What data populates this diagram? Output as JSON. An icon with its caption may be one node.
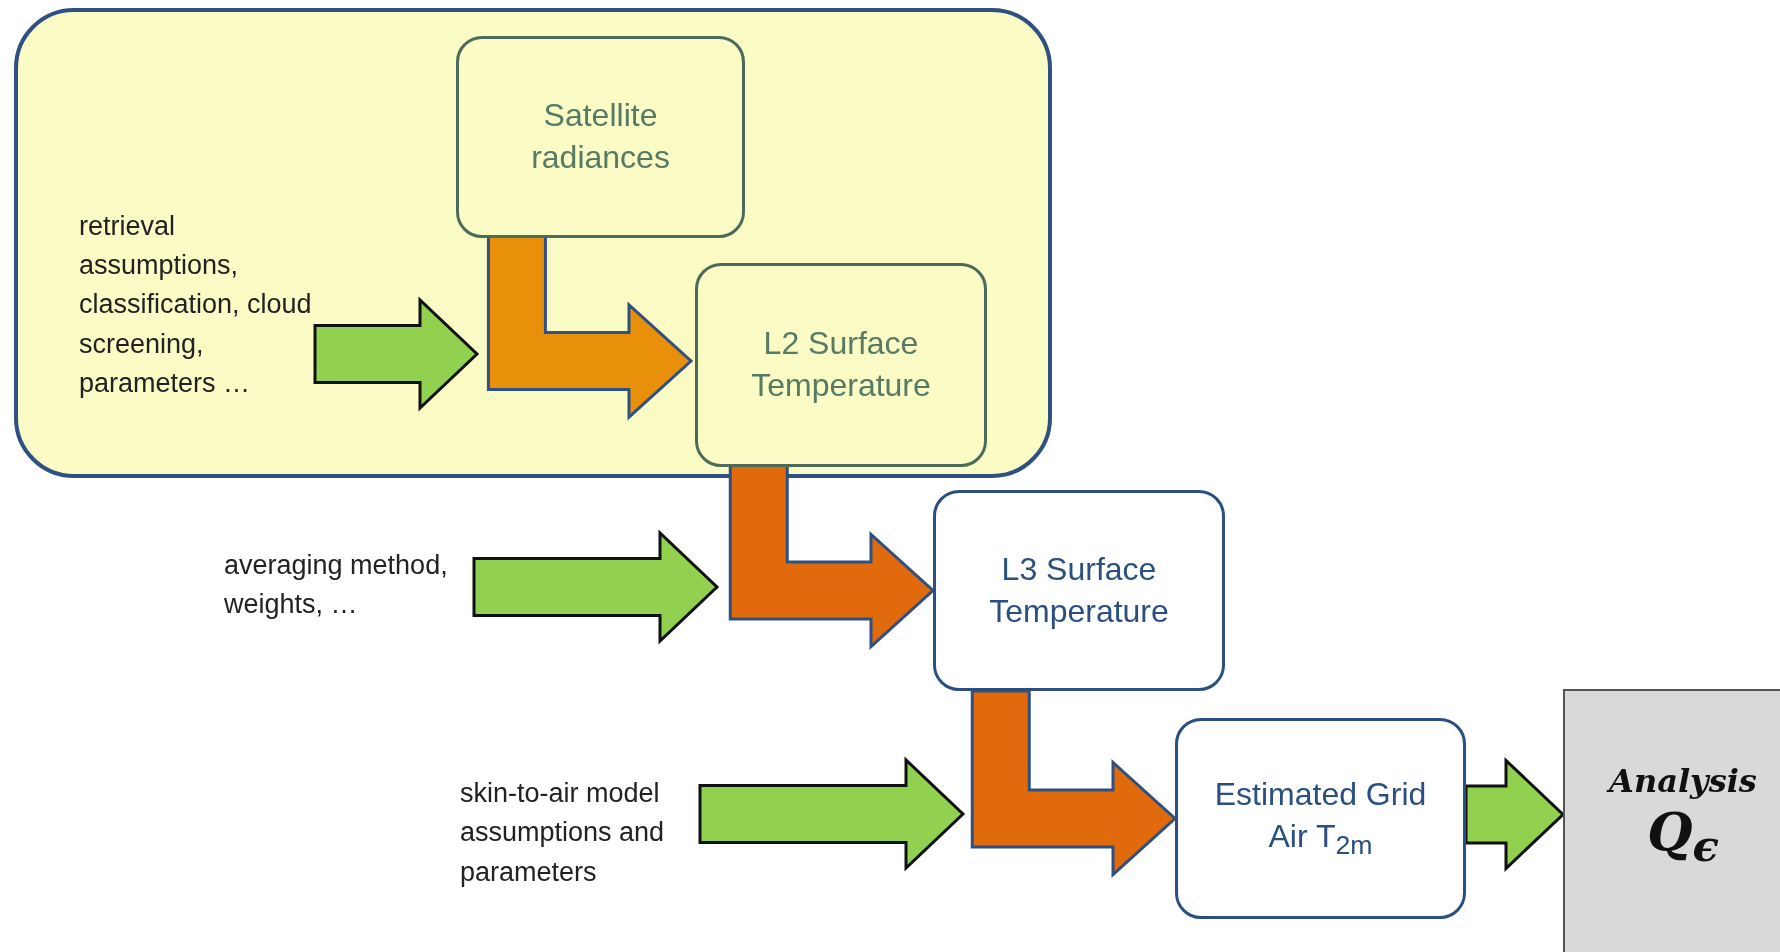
{
  "diagram": {
    "nodes": [
      {
        "text": [],
        "shape": "box"
      },
      {
        "text": [
          "Satellite radiances"
        ],
        "in": 0
      },
      {
        "text": [
          "retrieval assumptions, classification, cloud screening, parameters …"
        ],
        "in": 0
      },
      {
        "text": [
          "L2 Surface Temperature"
        ],
        "in": 0
      },
      {
        "text": [
          "averaging method, weights, …"
        ]
      },
      {
        "text": [
          "L3 Surface Temperature"
        ]
      },
      {
        "text": [
          "skin-to-air model assumptions and parameters"
        ]
      },
      {
        "text": [
          "Estimated Grid Air T$_{2m}$"
        ]
      },
      {
        "text": [
          "Analysis",
          "Q$_{ϵ}$"
        ]
      }
    ],
    "edges": [
      {
        "from": 1,
        "to": 3,
        "arrow": "to",
        "style": "thick",
        "color": "#e8900a"
      },
      {
        "from": 3,
        "to": 5,
        "arrow": "to",
        "style": "thick",
        "color": "#e06a0c"
      },
      {
        "from": 5,
        "to": 7,
        "arrow": "to",
        "style": "thick",
        "color": "#e06a0c"
      },
      {
        "from": 2,
        "to": null,
        "arrow": "to",
        "style": "thick",
        "color": "#92d050"
      },
      {
        "from": 4,
        "to": null,
        "arrow": "to",
        "style": "thick",
        "color": "#92d050"
      },
      {
        "from": 6,
        "to": null,
        "arrow": "to",
        "style": "thick",
        "color": "#92d050"
      },
      {
        "from": 7,
        "to": 8,
        "arrow": "to",
        "style": "thick",
        "color": "#92d050"
      }
    ]
  }
}
